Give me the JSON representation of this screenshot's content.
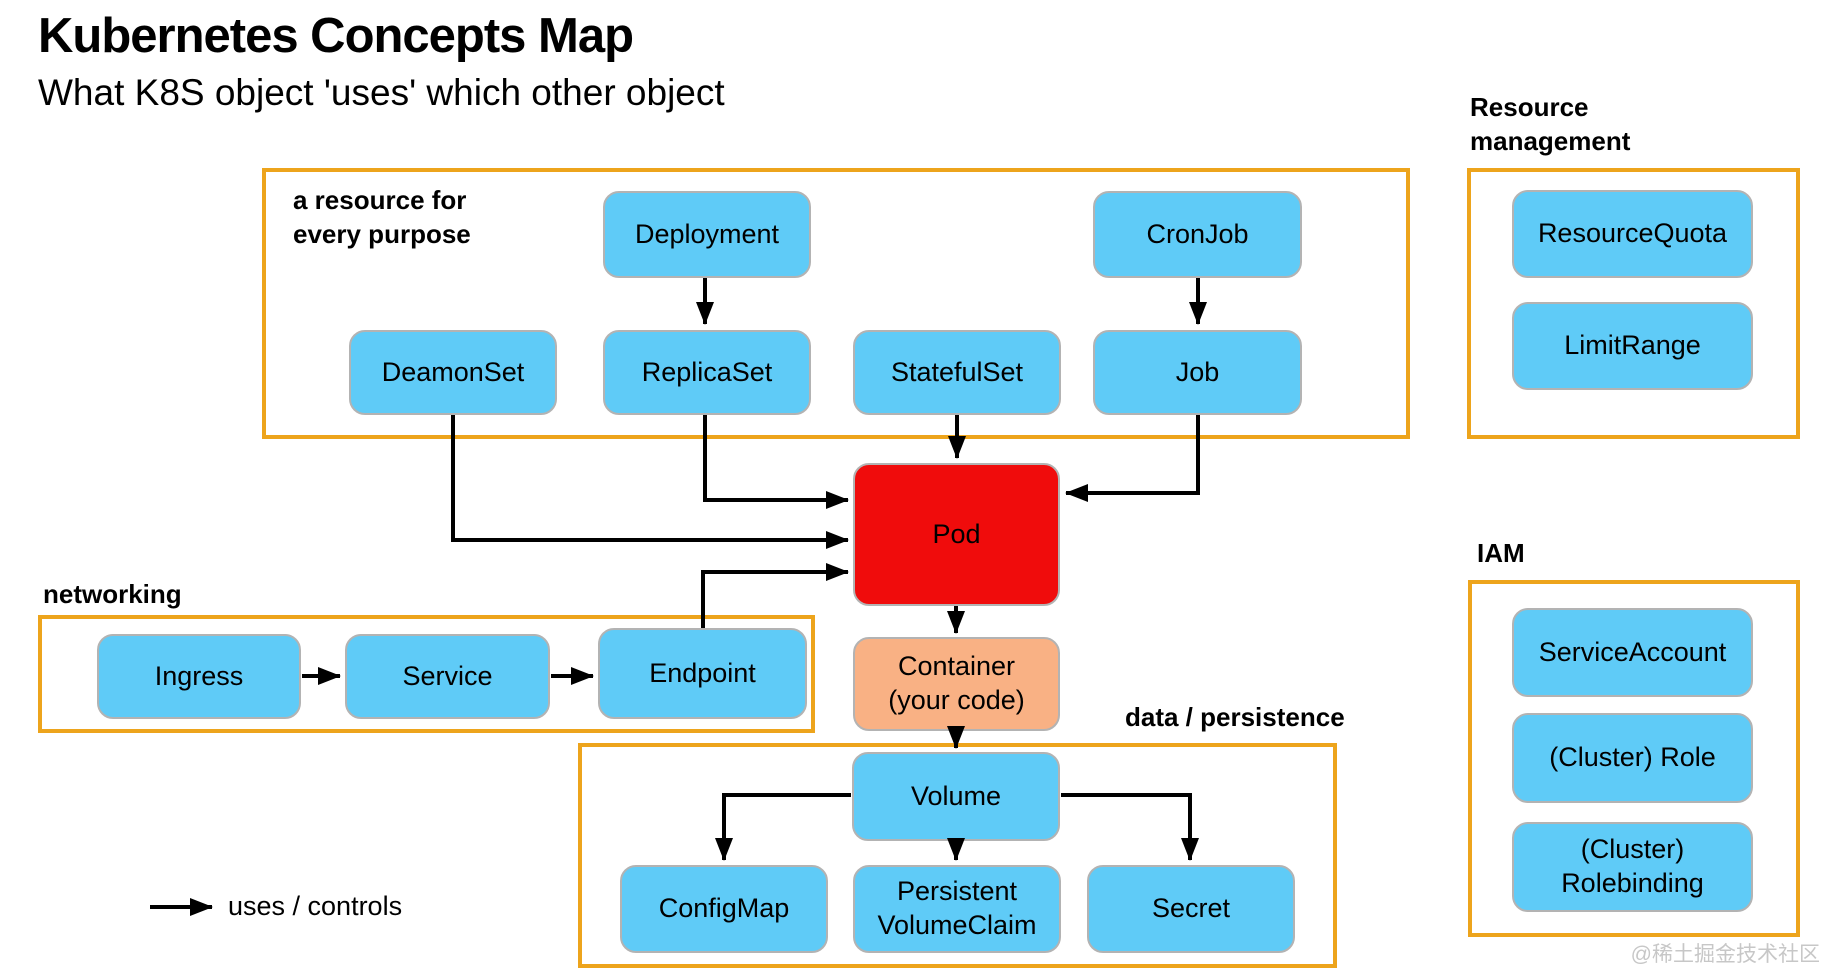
{
  "title": "Kubernetes Concepts Map",
  "subtitle": "What K8S object 'uses' which other object",
  "groups": {
    "resource_purpose": {
      "label": "a resource for\nevery purpose"
    },
    "networking": {
      "label": "networking"
    },
    "data_persistence": {
      "label": "data / persistence"
    },
    "resource_management": {
      "label": "Resource\nmanagement"
    },
    "iam": {
      "label": "IAM"
    }
  },
  "nodes": {
    "deployment": {
      "label": "Deployment"
    },
    "cronjob": {
      "label": "CronJob"
    },
    "deamonset": {
      "label": "DeamonSet"
    },
    "replicaset": {
      "label": "ReplicaSet"
    },
    "statefulset": {
      "label": "StatefulSet"
    },
    "job": {
      "label": "Job"
    },
    "resourcequota": {
      "label": "ResourceQuota"
    },
    "limitrange": {
      "label": "LimitRange"
    },
    "ingress": {
      "label": "Ingress"
    },
    "service": {
      "label": "Service"
    },
    "endpoint": {
      "label": "Endpoint"
    },
    "pod": {
      "label": "Pod"
    },
    "container": {
      "label": "Container\n(your code)"
    },
    "volume": {
      "label": "Volume"
    },
    "configmap": {
      "label": "ConfigMap"
    },
    "persistentvolumeclaim": {
      "label": "Persistent\nVolumeClaim"
    },
    "secret": {
      "label": "Secret"
    },
    "serviceaccount": {
      "label": "ServiceAccount"
    },
    "cluster_role": {
      "label": "(Cluster) Role"
    },
    "cluster_rolebinding": {
      "label": "(Cluster)\nRolebinding"
    }
  },
  "edges": [
    {
      "from": "Deployment",
      "to": "ReplicaSet",
      "relation": "uses / controls"
    },
    {
      "from": "CronJob",
      "to": "Job",
      "relation": "uses / controls"
    },
    {
      "from": "StatefulSet",
      "to": "Pod",
      "relation": "uses / controls"
    },
    {
      "from": "Job",
      "to": "Pod",
      "relation": "uses / controls"
    },
    {
      "from": "ReplicaSet",
      "to": "Pod",
      "relation": "uses / controls"
    },
    {
      "from": "DeamonSet",
      "to": "Pod",
      "relation": "uses / controls"
    },
    {
      "from": "Endpoint",
      "to": "Pod",
      "relation": "uses / controls"
    },
    {
      "from": "Ingress",
      "to": "Service",
      "relation": "uses / controls"
    },
    {
      "from": "Service",
      "to": "Endpoint",
      "relation": "uses / controls"
    },
    {
      "from": "Pod",
      "to": "Container (your code)",
      "relation": "uses / controls"
    },
    {
      "from": "Container (your code)",
      "to": "Volume",
      "relation": "uses / controls"
    },
    {
      "from": "Volume",
      "to": "ConfigMap",
      "relation": "uses / controls"
    },
    {
      "from": "Volume",
      "to": "Persistent VolumeClaim",
      "relation": "uses / controls"
    },
    {
      "from": "Volume",
      "to": "Secret",
      "relation": "uses / controls"
    }
  ],
  "legend": {
    "arrow_label": "uses / controls"
  },
  "watermark": "@稀土掘金技术社区",
  "colors": {
    "node_fill": "#5fcbf7",
    "pod_fill": "#f00c0c",
    "container_fill": "#f9b184",
    "group_border": "#eda41c",
    "arrow": "#000000",
    "node_border": "#b3b3b3",
    "watermark": "#c7c7c7"
  }
}
